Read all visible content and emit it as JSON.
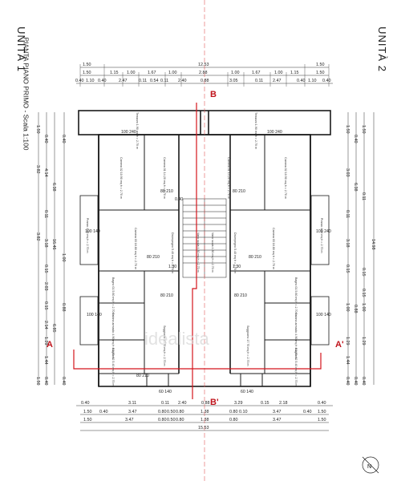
{
  "titles": {
    "unit_left": "UNITÀ 1",
    "unit_right": "UNITÀ 2",
    "subtitle": "PIANTA PIANO PRIMO - Scala 1:100"
  },
  "section_marks": {
    "a_left": "A",
    "a_right": "A'",
    "b_top": "B",
    "b_bottom": "B'"
  },
  "north_label": "N",
  "colors": {
    "section_line": "#d4141c",
    "walls": "#1a1a1a",
    "dim_lines": "#333333"
  },
  "top_dims": {
    "row1": [
      "1.50",
      "12.53",
      "1.50"
    ],
    "row2": [
      "1.50",
      "1.15",
      "1.00",
      "1.67",
      "1.00",
      "2.88",
      "1.00",
      "1.67",
      "1.00",
      "1.15",
      "1.50"
    ],
    "row3": [
      "0.40",
      "1.10",
      "0.40",
      "2.47",
      "0.11",
      "0.54",
      "0.11",
      "2.40",
      "0.88",
      "3.05",
      "0.11",
      "2.47",
      "0.40",
      "1.10",
      "0.40"
    ]
  },
  "bottom_dims": {
    "row1": [
      "0.40",
      "3.11",
      "0.11",
      "2.40",
      "0.88",
      "3.29",
      "0.15",
      "2.18",
      "0.40"
    ],
    "row2": [
      "1.50",
      "0.40",
      "3.47",
      "0.80",
      "0.50",
      "0.80",
      "1.38",
      "0.80",
      "0.10",
      "3.47",
      "0.40",
      "1.50"
    ],
    "row3": [
      "1.50",
      "3.47",
      "0.80",
      "0.50",
      "0.80",
      "1.38",
      "0.80",
      "3.47",
      "1.50"
    ],
    "total": "15.53"
  },
  "left_dims": {
    "a": [
      "1.50",
      "3.82",
      "3.82",
      "1.50"
    ],
    "b": [
      "0.40",
      "4.14",
      "0.11",
      "3.18",
      "0.15",
      "2.03",
      "0.15",
      "2.14",
      "1.29",
      "1.44",
      "0.40"
    ],
    "c": [
      "6.38",
      "16.46",
      "6.85"
    ],
    "d": [
      "0.40",
      "0.88",
      "1.00",
      "0.40"
    ]
  },
  "right_dims": {
    "a": [
      "1.50",
      "3.03",
      "0.11",
      "3.18",
      "0.15",
      "1.00",
      "1.29",
      "1.44",
      "0.40"
    ],
    "b": [
      "0.40",
      "6.38",
      "0.88",
      "0.40",
      "14.98"
    ],
    "c": [
      "1.50",
      "0.11",
      "0.15",
      "0.15",
      "1.00",
      "1.29",
      "0.40"
    ]
  },
  "rooms": [
    {
      "name": "Terrazzo 1.90 mq h = 2.70 m"
    },
    {
      "name": "Camera 02 10.90 mq h = 2.70 m"
    },
    {
      "name": "Camera 01 14.20 mq h = 2.70 m"
    },
    {
      "name": "Pranzo 1.80 mq h = 2.70 m"
    },
    {
      "name": "Camera 03 16.80 mq h = 2.70 m"
    },
    {
      "name": "Disimpegno 5.40 mq h = 2.70 m"
    },
    {
      "name": "Vano scala 4.80 mq h = 2.70 m"
    },
    {
      "name": "Bagno 01 5.60 mq h = 2.70 m"
    },
    {
      "name": "Cabina armadio 4.90 mq h = 2.70 m"
    },
    {
      "name": "Soggiorno 17.70 mq h = 2.70 m"
    },
    {
      "name": "Bagno 02 5.40 mq h = 2.70 m"
    }
  ],
  "door_labels": [
    "100 240",
    "80 210",
    "80 210",
    "80 210",
    "80 210",
    "100 140",
    "100 140",
    "100 140",
    "80 210",
    "80 210",
    "0.40",
    "1.30",
    "1.30",
    "80 210",
    "60 140",
    "60 140",
    "100 240",
    "100 240"
  ],
  "watermark": "idealista"
}
